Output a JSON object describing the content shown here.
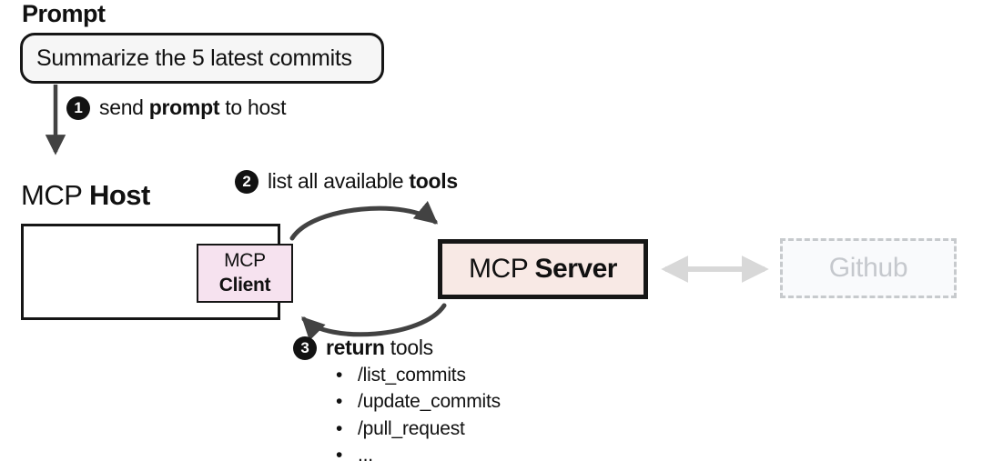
{
  "colors": {
    "bubble_fill": "#f6f6f6",
    "box_border": "#161616",
    "client_fill": "#f6e2ef",
    "server_fill": "#f8e9e5",
    "github_fill": "#f9fafc",
    "github_border": "#c7cacd",
    "github_text": "#c5c8cd",
    "dark_arrow": "#424242",
    "light_arrow": "#d8d8d8"
  },
  "prompt": {
    "title": "Prompt",
    "bubble_text": "Summarize the 5 latest commits"
  },
  "steps": [
    {
      "number": "1",
      "pre": "send ",
      "bold": "prompt",
      "post": " to host"
    },
    {
      "number": "2",
      "pre": "list all available ",
      "bold": "tools",
      "post": ""
    },
    {
      "number": "3",
      "pre": "",
      "bold": "return",
      "post": " tools"
    }
  ],
  "host": {
    "label_regular": "MCP ",
    "label_bold": "Host"
  },
  "client": {
    "line1": "MCP",
    "line2": "Client"
  },
  "server": {
    "label_regular": "MCP ",
    "label_bold": "Server"
  },
  "github": {
    "label": "Github"
  },
  "tools": {
    "bullet": "•",
    "items": [
      "/list_commits",
      "/update_commits",
      "/pull_request",
      "..."
    ]
  }
}
